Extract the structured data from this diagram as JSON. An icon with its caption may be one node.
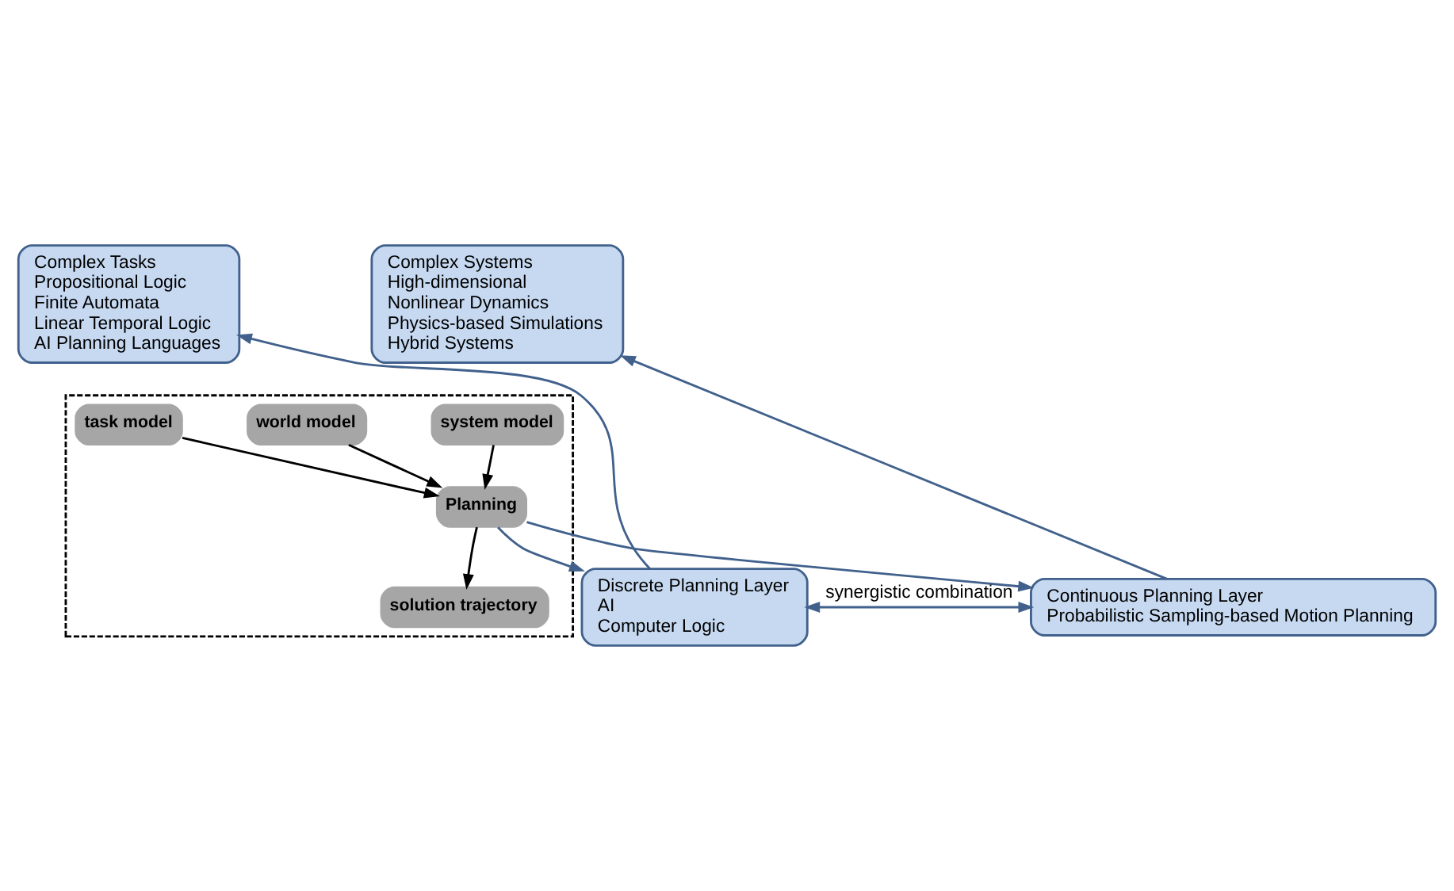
{
  "diagram": {
    "nodes": [
      {
        "text": [
          "Complex Tasks",
          "Propositional Logic",
          "Finite Automata",
          "Linear Temporal Logic",
          "AI Planning Languages"
        ]
      },
      {
        "text": [
          "Complex Systems",
          "High-dimensional",
          "Nonlinear Dynamics",
          "Physics-based Simulations",
          "Hybrid Systems"
        ]
      },
      {
        "text": [],
        "shape": "box"
      },
      {
        "text": [
          "task model"
        ],
        "in": 2
      },
      {
        "text": [
          "world model"
        ],
        "in": 2
      },
      {
        "text": [
          "system model"
        ],
        "in": 2
      },
      {
        "text": [
          "Planning"
        ],
        "in": 2
      },
      {
        "text": [
          "solution trajectory"
        ],
        "in": 2
      },
      {
        "text": [
          "Discrete Planning Layer",
          "AI",
          "Computer Logic"
        ]
      },
      {
        "text": [
          "Continuous Planning Layer",
          "Probabilistic Sampling-based Motion Planning"
        ]
      }
    ],
    "edges": [
      {
        "from": 3,
        "to": 6,
        "arrow": "to",
        "color": "#000000"
      },
      {
        "from": 4,
        "to": 6,
        "arrow": "to",
        "color": "#000000"
      },
      {
        "from": 5,
        "to": 6,
        "arrow": "to",
        "color": "#000000"
      },
      {
        "from": 6,
        "to": 7,
        "arrow": "to",
        "color": "#000000"
      },
      {
        "from": 6,
        "to": 8,
        "arrow": "to"
      },
      {
        "from": 6,
        "to": 9,
        "arrow": "to"
      },
      {
        "from": 8,
        "to": 0,
        "arrow": "to"
      },
      {
        "from": 9,
        "to": 1,
        "arrow": "to"
      },
      {
        "from": 8,
        "to": 9,
        "arrow": "both",
        "label": "synergistic combination"
      }
    ]
  }
}
